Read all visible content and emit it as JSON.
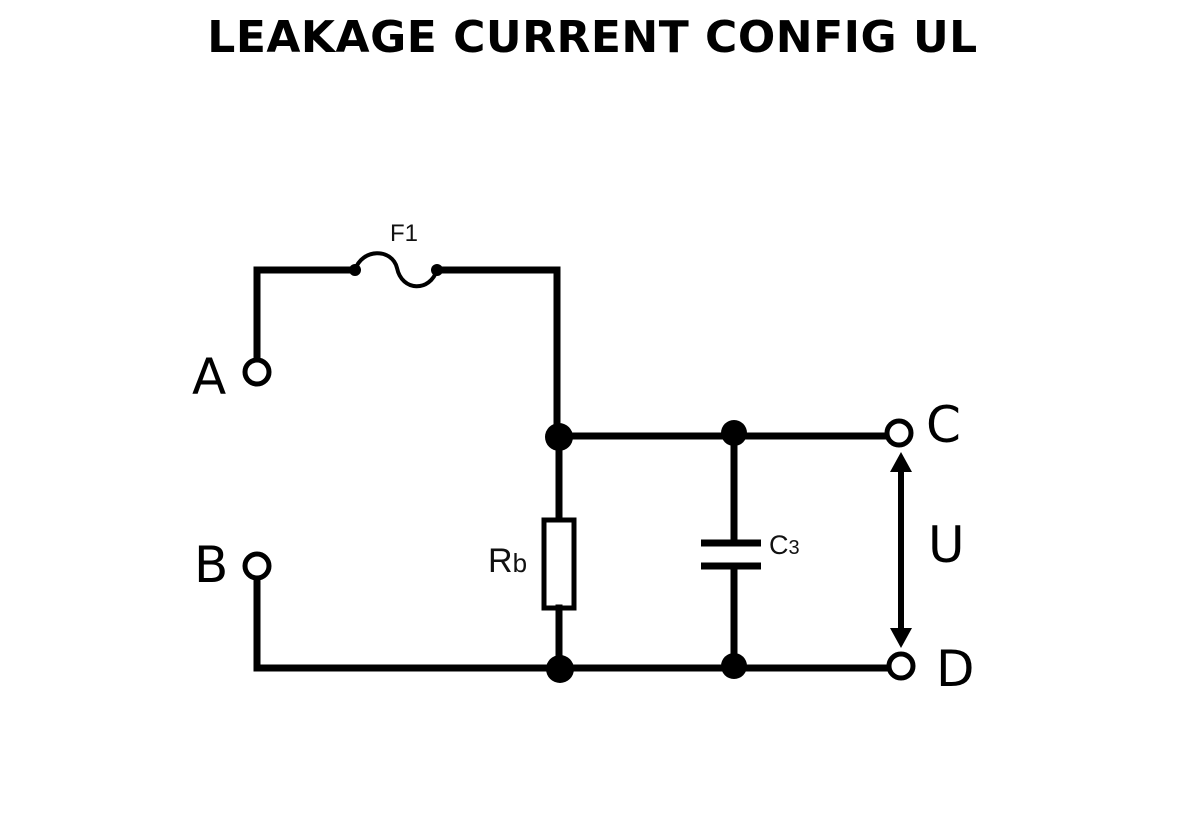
{
  "title": "LEAKAGE CURRENT CONFIG UL",
  "components": {
    "fuse": {
      "label": "F1"
    },
    "resistor": {
      "label_main": "R",
      "label_sub": "b"
    },
    "capacitor": {
      "label_main": "C",
      "label_sub": "3"
    }
  },
  "terminals": {
    "a": "A",
    "b": "B",
    "c": "C",
    "d": "D"
  },
  "measurement": {
    "label": "U"
  }
}
